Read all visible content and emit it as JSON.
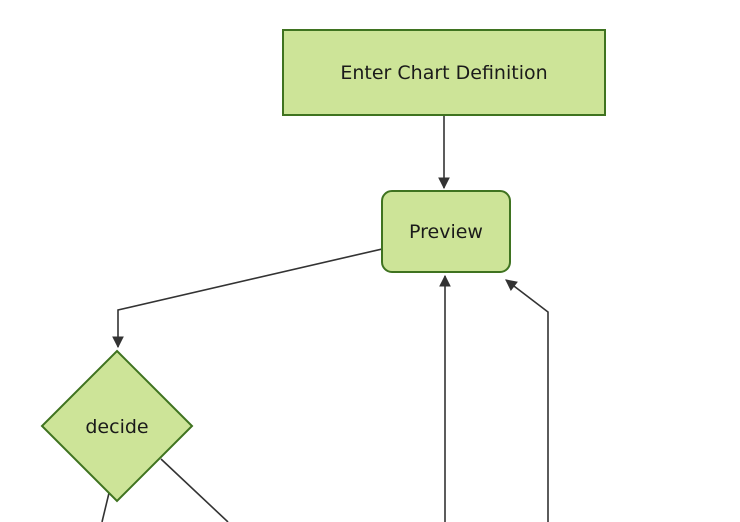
{
  "diagram": {
    "type": "flowchart",
    "direction": "top-down",
    "nodes": {
      "enter_chart_definition": {
        "label": "Enter Chart Definition",
        "shape": "rectangle"
      },
      "preview": {
        "label": "Preview",
        "shape": "rounded-rectangle"
      },
      "decide": {
        "label": "decide",
        "shape": "diamond"
      }
    },
    "edges": [
      {
        "from": "enter_chart_definition",
        "to": "preview",
        "arrow": true
      },
      {
        "from": "preview",
        "to": "decide",
        "arrow": true
      },
      {
        "from": "decide",
        "to": "offscreen-bottom-left",
        "arrow": false
      },
      {
        "from": "decide",
        "to": "offscreen-bottom-right",
        "arrow": false
      },
      {
        "from": "offscreen-bottom",
        "to": "preview",
        "arrow": true
      },
      {
        "from": "offscreen-bottom-right",
        "to": "preview",
        "arrow": true
      }
    ],
    "colors": {
      "node_fill": "#cde498",
      "node_border": "#3f7320",
      "edge_line": "#333333",
      "label_text": "#1a1a1a",
      "background": "#ffffff"
    }
  }
}
